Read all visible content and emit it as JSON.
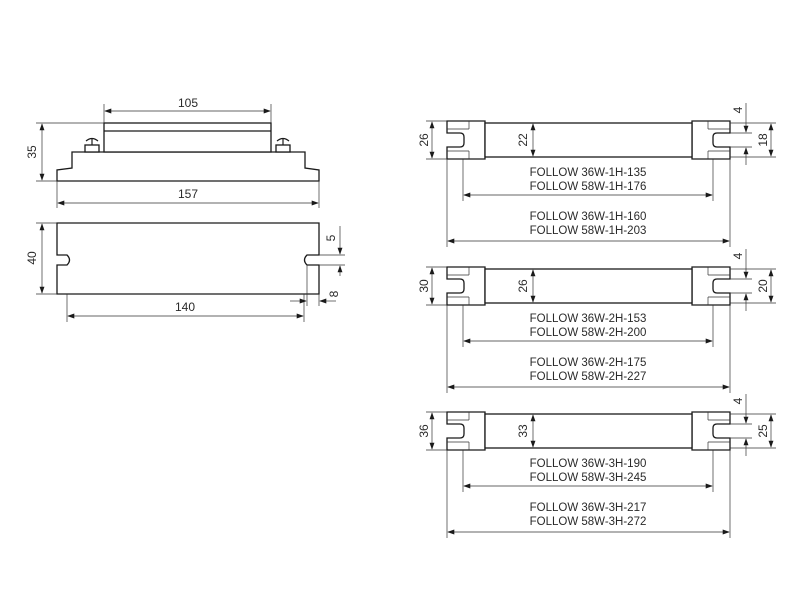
{
  "side_view": {
    "top_width": "105",
    "height": "35",
    "base_width": "157"
  },
  "top_view": {
    "height": "40",
    "slot_gap": "5",
    "hole_spacing": "140",
    "slot_width": "8"
  },
  "profiles": [
    {
      "outer_height": "26",
      "inner_height": "22",
      "terminal_gap": "4",
      "terminal_height": "18",
      "inner_lengths": [
        "FOLLOW 36W-1H-135",
        "FOLLOW 58W-1H-176"
      ],
      "outer_lengths": [
        "FOLLOW 36W-1H-160",
        "FOLLOW 58W-1H-203"
      ]
    },
    {
      "outer_height": "30",
      "inner_height": "26",
      "terminal_gap": "4",
      "terminal_height": "20",
      "inner_lengths": [
        "FOLLOW 36W-2H-153",
        "FOLLOW 58W-2H-200"
      ],
      "outer_lengths": [
        "FOLLOW 36W-2H-175",
        "FOLLOW 58W-2H-227"
      ]
    },
    {
      "outer_height": "36",
      "inner_height": "33",
      "terminal_gap": "4",
      "terminal_height": "25",
      "inner_lengths": [
        "FOLLOW 36W-3H-190",
        "FOLLOW 58W-3H-245"
      ],
      "outer_lengths": [
        "FOLLOW 36W-3H-217",
        "FOLLOW 58W-3H-272"
      ]
    }
  ]
}
